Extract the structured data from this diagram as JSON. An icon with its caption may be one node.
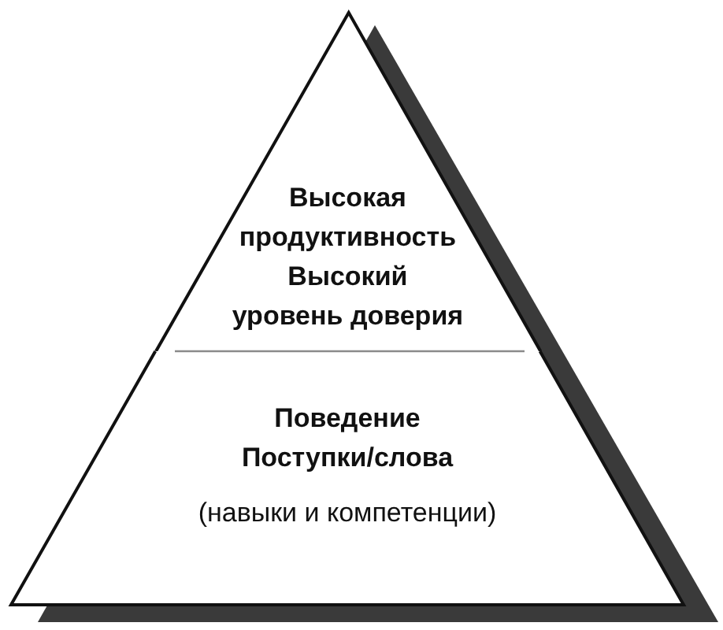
{
  "diagram": {
    "nodes": [
      {
        "text": [
          "Высокая продуктивность",
          "Высокий уровень доверия"
        ]
      },
      {
        "text": [
          "Поведение",
          "Поступки/слова",
          "(навыки и компетенции)"
        ]
      }
    ]
  }
}
